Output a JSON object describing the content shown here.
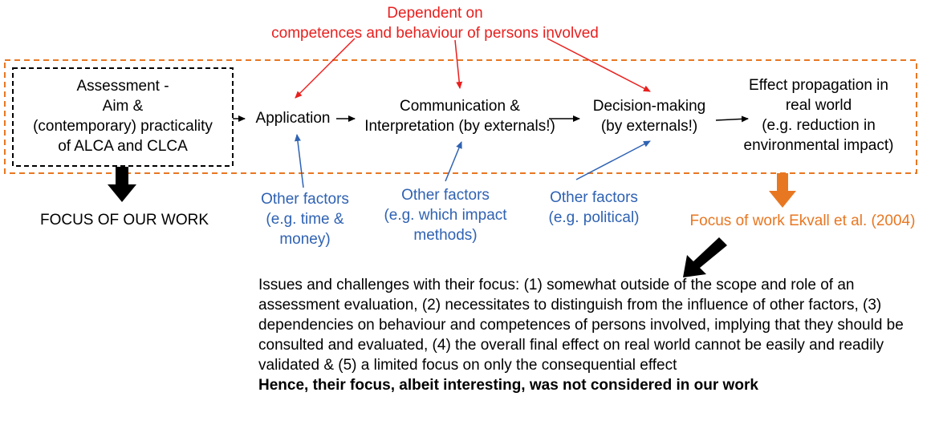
{
  "header": {
    "line1": "Dependent on",
    "line2": "competences and behaviour of persons involved"
  },
  "nodes": {
    "assessment": [
      "Assessment -",
      "Aim &",
      "(contemporary) practicality",
      "of ALCA and CLCA"
    ],
    "application": "Application",
    "communication": [
      "Communication &",
      "Interpretation (by externals!)"
    ],
    "decision": [
      "Decision-making",
      "(by externals!)"
    ],
    "effect": [
      "Effect propagation in",
      "real world",
      "(e.g. reduction in",
      "environmental impact)"
    ]
  },
  "factors": {
    "time_money": [
      "Other factors",
      "(e.g. time &",
      "money)"
    ],
    "impact_methods": [
      "Other factors",
      "(e.g. which impact",
      "methods)"
    ],
    "political": [
      "Other factors",
      "(e.g. political)"
    ]
  },
  "focus_ours": "FOCUS OF OUR WORK",
  "focus_ekvall": "Focus of work Ekvall et al. (2004)",
  "issues": {
    "text": "Issues and challenges with their focus: (1) somewhat outside of the scope and role of an assessment evaluation, (2) necessitates to distinguish from the influence of other factors, (3) dependencies on behaviour and competences of persons involved, implying that they should be consulted and evaluated, (4) the overall final effect on real world cannot be easily and readily validated & (5) a limited focus on only the consequential effect",
    "conclusion": "Hence, their focus, albeit interesting, was not considered in our work"
  },
  "colors": {
    "red": "#e8201e",
    "blue": "#2f62b3",
    "orange": "#e87722",
    "black": "#000000"
  }
}
